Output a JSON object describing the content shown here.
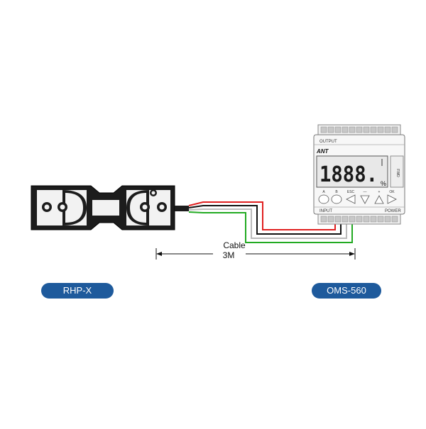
{
  "diagram": {
    "cable": {
      "label": "Cable",
      "length": "3M",
      "wire_colors": [
        "#e02020",
        "#111111",
        "#ffffff",
        "#22aa22"
      ]
    },
    "sensor": {
      "name": "RHP-X"
    },
    "indicator": {
      "name": "OMS-560",
      "brand": "ANT",
      "display_value": "1888.",
      "unit": "%",
      "side_label": "FWD",
      "output_label": "OUTPUT",
      "input_label": "INPUT",
      "power_label": "POWER",
      "button_labels": [
        "A",
        "B",
        "ESC",
        "—",
        "+",
        "OK"
      ]
    },
    "pill_color": "#1e5a9c"
  }
}
